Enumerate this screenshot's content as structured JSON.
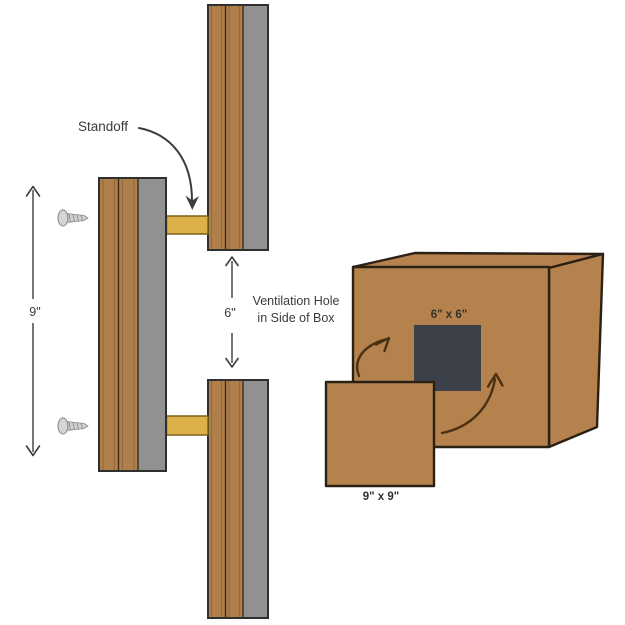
{
  "diagram": {
    "annotations": {
      "standoff_label": "Standoff",
      "cover_height_dimension": "9\"",
      "hole_gap_dimension": "6\"",
      "vent_caption_line1": "Ventilation Hole",
      "vent_caption_line2": "in Side of Box",
      "hole_size_label": "6\" x 6\"",
      "panel_size_label": "9\" x 9\""
    },
    "colors": {
      "wood": "#b0804c",
      "box_wood": "#b5824e",
      "gray_panel": "#919190",
      "standoff_gold": "#ddb14a",
      "standoff_border": "#7d5f1d",
      "hole_dark": "#3c4149",
      "annotation_text": "#3b3b3b",
      "background": "#ffffff"
    }
  }
}
